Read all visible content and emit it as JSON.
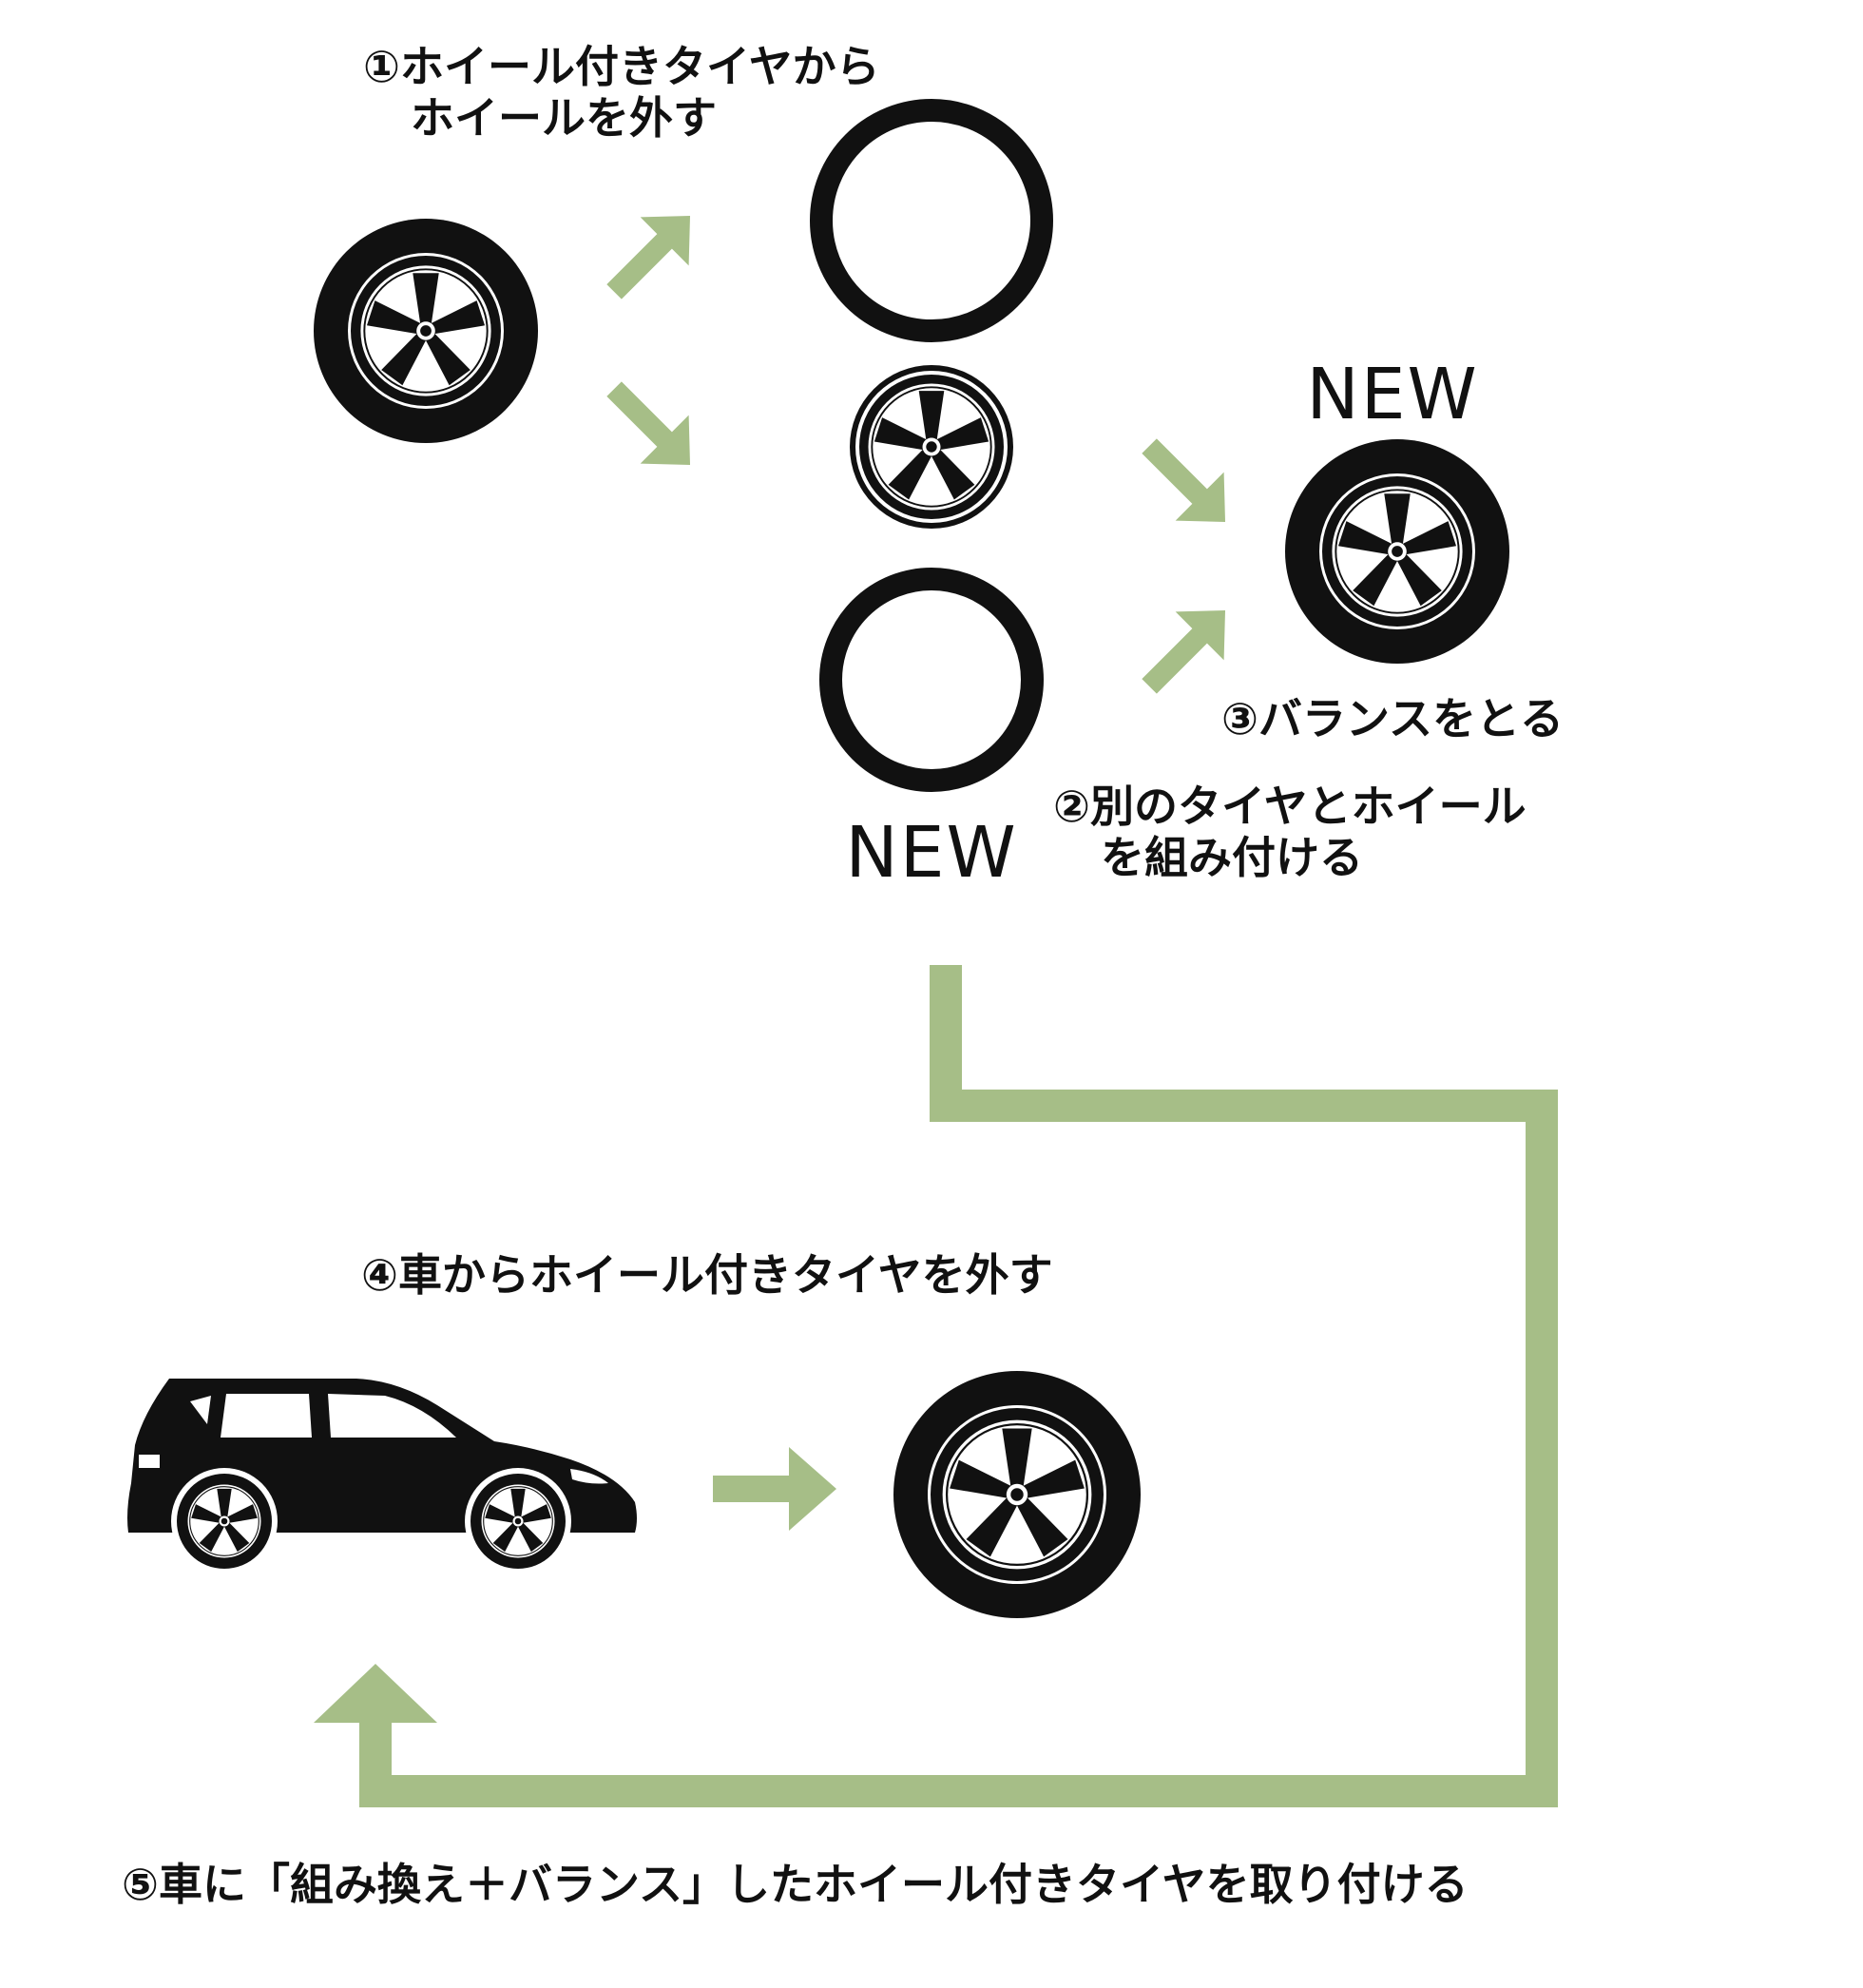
{
  "steps": {
    "step1": {
      "line1": "①ホイール付きタイヤから",
      "line2": "ホイールを外す"
    },
    "step2": {
      "line1": "②別のタイヤとホイール",
      "line2": "を組み付ける"
    },
    "step3": {
      "text": "③バランスをとる"
    },
    "step4": {
      "text": "④車からホイール付きタイヤを外す"
    },
    "step5": {
      "text": "⑤車に「組み換え＋バランス」したホイール付きタイヤを取り付ける"
    }
  },
  "badges": {
    "new_tire": "NEW",
    "new_assembly": "NEW"
  },
  "colors": {
    "arrow": "#a6be87",
    "ink": "#111111",
    "background": "#ffffff"
  },
  "icons": [
    "wheel-with-tire-icon",
    "tire-icon",
    "wheel-rim-icon",
    "car-icon",
    "arrow-icon"
  ]
}
